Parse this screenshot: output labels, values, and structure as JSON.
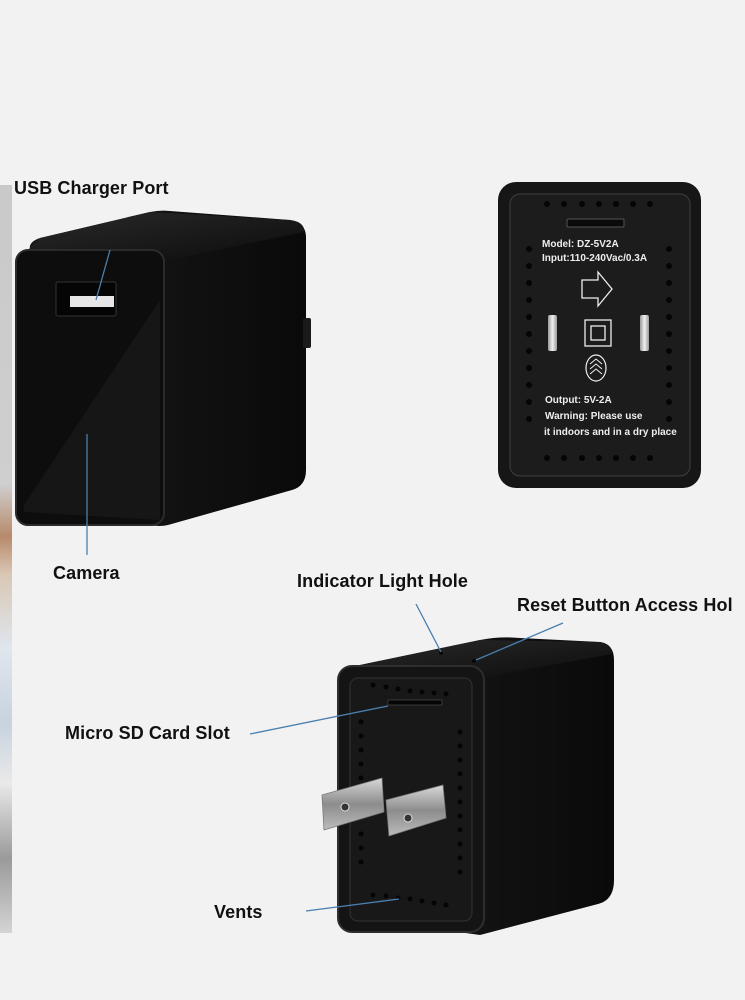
{
  "labels": {
    "usb_port": "USB Charger Port",
    "camera": "Camera",
    "indicator": "Indicator Light Hole",
    "reset": "Reset Button Access Hol",
    "micro_sd": "Micro SD Card Slot",
    "vents": "Vents"
  },
  "back_panel": {
    "model": "Model: DZ-5V2A",
    "input": "Input:110-240Vac/0.3A",
    "output": "Output: 5V-2A",
    "warning1": "Warning: Please use",
    "warning2": "it indoors and in a dry place"
  },
  "colors": {
    "background": "#f2f2f2",
    "device": "#111111",
    "leader_line": "#4a7fae",
    "label_text": "#111111"
  }
}
